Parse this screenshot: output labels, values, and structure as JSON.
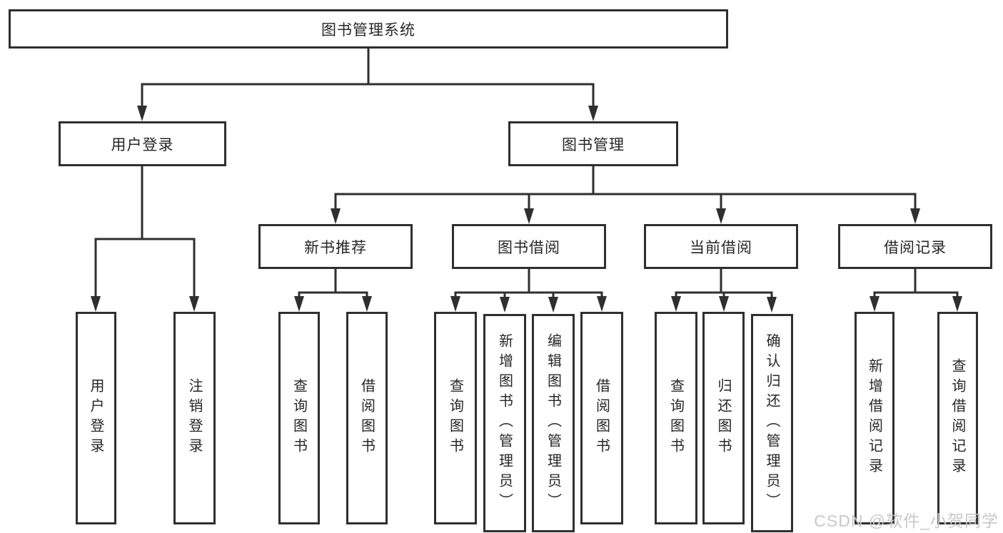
{
  "colors": {
    "line": "#2f2f2f",
    "text": "#262626",
    "background": "#ffffff",
    "watermark": "#c8c8c8"
  },
  "diagram": {
    "root": {
      "label": "图书管理系统"
    },
    "branches": [
      {
        "label": "用户登录",
        "children": [
          {
            "label": "用户登录"
          },
          {
            "label": "注销登录"
          }
        ]
      },
      {
        "label": "图书管理",
        "children": [
          {
            "label": "新书推荐",
            "children": [
              {
                "label": "查询图书"
              },
              {
                "label": "借阅图书"
              }
            ]
          },
          {
            "label": "图书借阅",
            "children": [
              {
                "label": "查询图书"
              },
              {
                "label": "新增图书（管理员）"
              },
              {
                "label": "编辑图书（管理员）"
              },
              {
                "label": "借阅图书"
              }
            ]
          },
          {
            "label": "当前借阅",
            "children": [
              {
                "label": "查询图书"
              },
              {
                "label": "归还图书"
              },
              {
                "label": "确认归还（管理员）"
              }
            ]
          },
          {
            "label": "借阅记录",
            "children": [
              {
                "label": "新增借阅记录"
              },
              {
                "label": "查询借阅记录"
              }
            ]
          }
        ]
      }
    ]
  },
  "watermark": {
    "text": "CSDN @软件_小贺同学"
  }
}
